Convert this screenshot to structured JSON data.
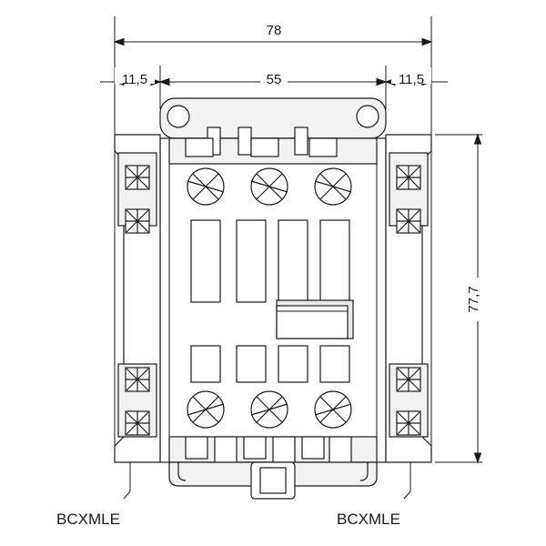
{
  "drawing": {
    "title": "contactor-front-view-dimensioned-drawing",
    "background_color": "#ffffff",
    "line_color": "#1a1a1a"
  },
  "dimensions": {
    "overall_width": "78",
    "left_margin": "11,5",
    "center_width": "55",
    "right_margin": "11,5",
    "overall_height": "77,7"
  },
  "labels": {
    "left_callout": "BCXMLE",
    "right_callout": "BCXMLE"
  },
  "chart_data": {
    "type": "table",
    "title": "Contactor outline dimensions (mm)",
    "categories": [
      "overall width",
      "left mounting margin",
      "body width",
      "right mounting margin",
      "overall height"
    ],
    "values": [
      "78",
      "11,5",
      "55",
      "11,5",
      "77,7"
    ]
  }
}
